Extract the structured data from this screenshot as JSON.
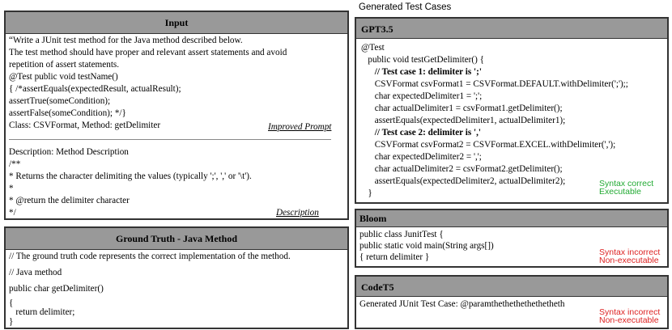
{
  "generated_title": "Generated Test Cases",
  "input": {
    "header": "Input",
    "prompt_lines": [
      "“Write a JUnit test method for the Java method described below.",
      "The test method should have proper and relevant assert statements and avoid",
      "repetition of assert statements.",
      "@Test public void testName()",
      "{ /*assertEquals(expectedResult, actualResult);",
      "assertTrue(someCondition);",
      "assertFalse(someCondition); */}",
      "Class: CSVFormat, Method: getDelimiter"
    ],
    "improved_prompt_label": "Improved Prompt",
    "description_lines": [
      "Description: Method Description",
      "/**",
      "* Returns the character delimiting the values (typically ';', ',' or '\\t').",
      "*",
      "* @return the delimiter character",
      "*/"
    ],
    "description_label": "Description"
  },
  "ground_truth": {
    "header": "Ground Truth - Java Method",
    "lines": [
      "// The ground truth code represents the correct implementation of the method.",
      "// Java method",
      "public char getDelimiter()",
      "{",
      "   return delimiter;",
      "}"
    ]
  },
  "gpt35": {
    "header": "GPT3.5",
    "lines": [
      "@Test",
      "   public void testGetDelimiter() {",
      "      // Test case 1: delimiter is ';'",
      "      CSVFormat csvFormat1 = CSVFormat.DEFAULT.withDelimiter(';');;",
      "      char expectedDelimiter1 = ';';",
      "      char actualDelimiter1 = csvFormat1.getDelimiter();",
      "      assertEquals(expectedDelimiter1, actualDelimiter1);",
      "      // Test case 2: delimiter is ','",
      "      CSVFormat csvFormat2 = CSVFormat.EXCEL.withDelimiter(',');",
      "      char expectedDelimiter2 = ',';",
      "      char actualDelimiter2 = csvFormat2.getDelimiter();",
      "      assertEquals(expectedDelimiter2, actualDelimiter2);",
      "   }"
    ],
    "status1": "Syntax correct",
    "status2": "Executable",
    "status_color": "#22aa33"
  },
  "bloom": {
    "header": "Bloom",
    "lines": [
      "public class JunitTest {",
      "public static void main(String args[])",
      "{ return delimiter }"
    ],
    "status1": "Syntax incorrect",
    "status2": "Non-executable",
    "status_color": "#dd2222"
  },
  "codet5": {
    "header": "CodeT5",
    "lines": [
      "Generated JUnit Test Case: @paramthethethethethetheth"
    ],
    "status1": "Syntax incorrect",
    "status2": "Non-executable",
    "status_color": "#dd2222"
  }
}
